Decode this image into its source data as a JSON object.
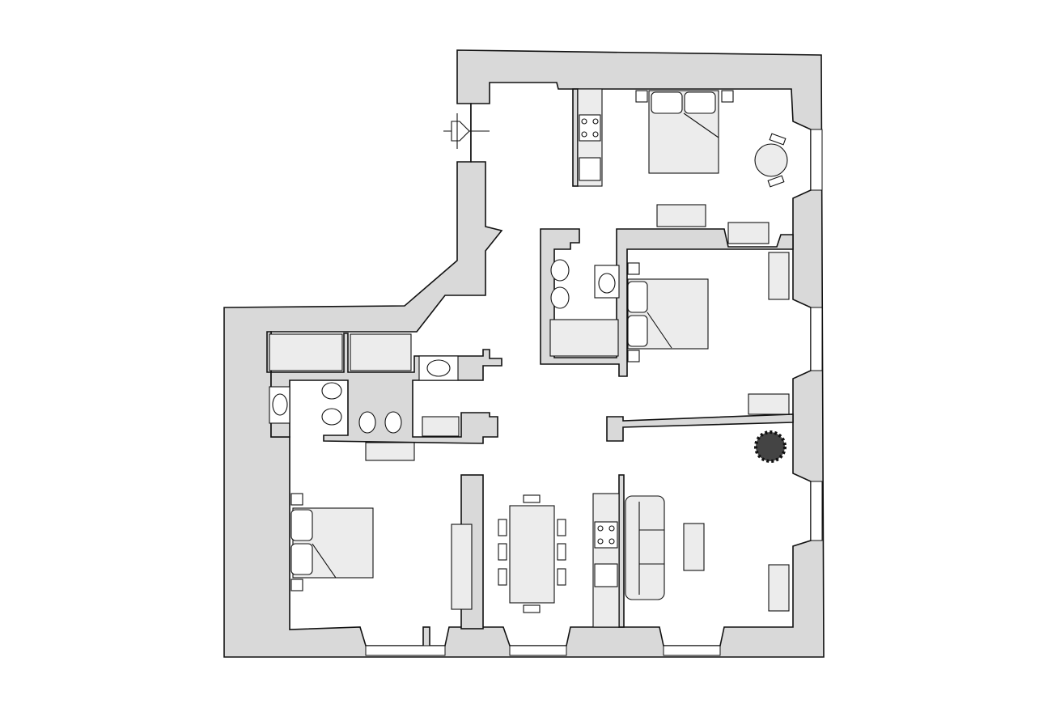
{
  "plan": {
    "colors": {
      "wall": "#d9d9d9",
      "floor": "#ffffff",
      "furniture": "#ececec",
      "line": "#111111"
    },
    "rooms": [
      "bedroom-top",
      "bedroom-middle",
      "bedroom-left",
      "bathroom-center",
      "bathroom-left",
      "kitchen-top",
      "living-dining",
      "entrance-hall"
    ],
    "fixtures": [
      "double-bed",
      "double-bed",
      "double-bed",
      "stove",
      "stove",
      "sink",
      "sink",
      "toilet",
      "bidet",
      "bathtub",
      "wardrobe",
      "sofa",
      "dining-table",
      "round-table",
      "plant"
    ]
  }
}
